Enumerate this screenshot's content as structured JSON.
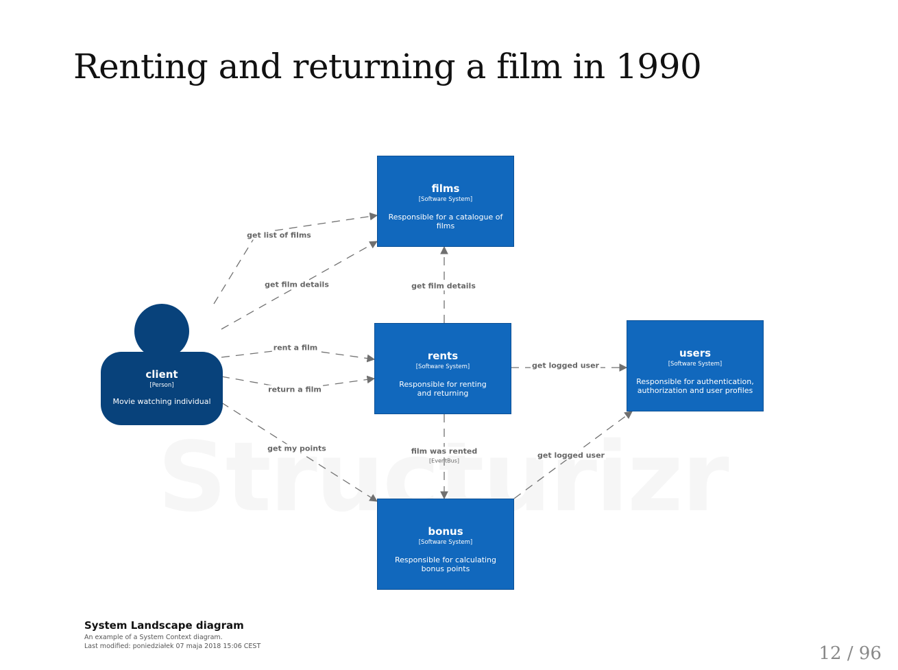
{
  "slide": {
    "title": "Renting and returning a film in 1990",
    "page_current": "12",
    "page_separator": "/",
    "page_total": "96"
  },
  "watermark": "Structurizr",
  "elements": {
    "client": {
      "name": "client",
      "kind": "[Person]",
      "desc": "Movie watching individual"
    },
    "films": {
      "name": "films",
      "kind": "[Software System]",
      "desc": "Responsible for a catalogue of films"
    },
    "rents": {
      "name": "rents",
      "kind": "[Software System]",
      "desc": "Responsible for renting and returning"
    },
    "users": {
      "name": "users",
      "kind": "[Software System]",
      "desc": "Responsible for authentication, authorization and user profiles"
    },
    "bonus": {
      "name": "bonus",
      "kind": "[Software System]",
      "desc": "Responsible for calculating bonus points"
    }
  },
  "relationships": {
    "client_films_list": "get list of films",
    "client_films_details": "get film details",
    "client_rents_rent": "rent a film",
    "client_rents_return": "return a film",
    "client_bonus_points": "get my points",
    "rents_films_details": "get film details",
    "rents_users_logged": "get logged user",
    "rents_bonus_rented": "film was rented",
    "rents_bonus_rented_tech": "[EventBus]",
    "bonus_users_logged": "get logged user"
  },
  "caption": {
    "title": "System Landscape diagram",
    "subtitle": "An example of a System Context diagram.",
    "modified": "Last modified: poniedziałek 07 maja 2018 15:06 CEST"
  },
  "colors": {
    "software_system": "#1168bd",
    "person": "#08427b",
    "relationship": "#707070"
  }
}
